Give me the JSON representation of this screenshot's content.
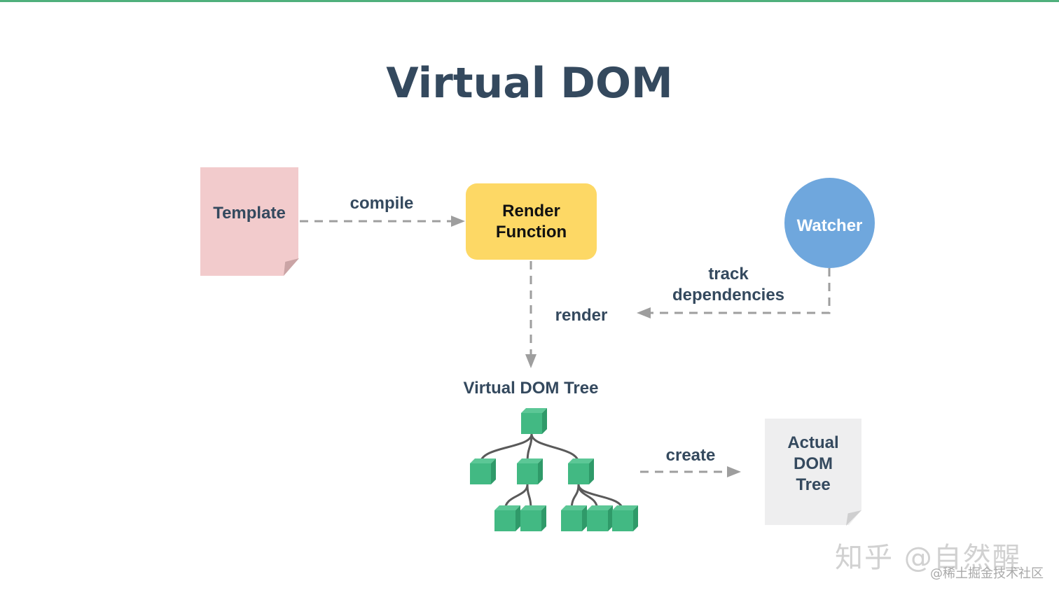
{
  "title": "Virtual DOM",
  "colors": {
    "accent_bar": "#4fb07c",
    "text": "#34495e",
    "template": "#f2cbcc",
    "render_function": "#fdd865",
    "watcher": "#6fa7dd",
    "actual_dom": "#eeeeef",
    "vnode": "#42b983",
    "arrow": "#9e9e9e"
  },
  "nodes": {
    "template": "Template",
    "render_function": [
      "Render",
      "Function"
    ],
    "watcher": "Watcher",
    "virtual_dom_tree": "Virtual DOM Tree",
    "actual_dom_tree": [
      "Actual",
      "DOM",
      "Tree"
    ]
  },
  "edges": {
    "compile": "compile",
    "render": "render",
    "track_dependencies": [
      "track",
      "dependencies"
    ],
    "create": "create"
  },
  "tree": {
    "root": 1,
    "level1": 3,
    "level2_children": [
      0,
      2,
      3
    ]
  },
  "watermarks": {
    "primary": "知乎 @自然醒",
    "secondary": "@稀土掘金技术社区"
  }
}
